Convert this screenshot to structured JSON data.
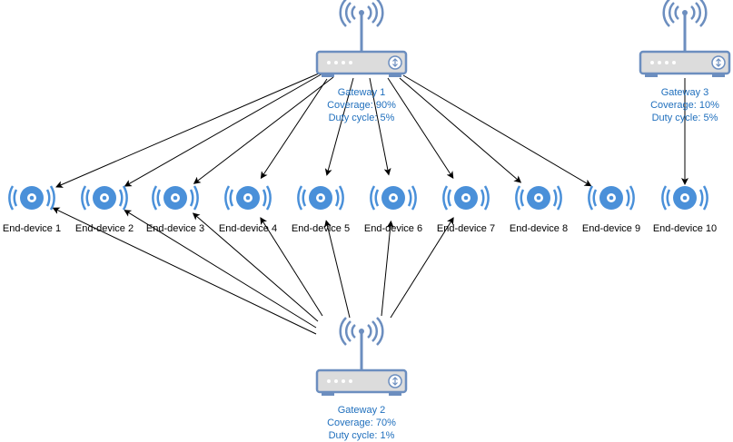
{
  "gateways": [
    {
      "id": "g1",
      "name": "Gateway 1",
      "coverage": "Coverage: 90%",
      "duty": "Duty cycle: 5%"
    },
    {
      "id": "g2",
      "name": "Gateway 2",
      "coverage": "Coverage: 70%",
      "duty": "Duty cycle: 1%"
    },
    {
      "id": "g3",
      "name": "Gateway 3",
      "coverage": "Coverage: 10%",
      "duty": "Duty cycle: 5%"
    }
  ],
  "devices": [
    {
      "id": "d1",
      "label": "End-device 1"
    },
    {
      "id": "d2",
      "label": "End-device 2"
    },
    {
      "id": "d3",
      "label": "End-device 3"
    },
    {
      "id": "d4",
      "label": "End-device 4"
    },
    {
      "id": "d5",
      "label": "End-device 5"
    },
    {
      "id": "d6",
      "label": "End-device 6"
    },
    {
      "id": "d7",
      "label": "End-device 7"
    },
    {
      "id": "d8",
      "label": "End-device 8"
    },
    {
      "id": "d9",
      "label": "End-device 9"
    },
    {
      "id": "d10",
      "label": "End-device 10"
    }
  ],
  "links": [
    {
      "from": "g1",
      "to": [
        "d1",
        "d2",
        "d3",
        "d4",
        "d5",
        "d6",
        "d7",
        "d8",
        "d9"
      ]
    },
    {
      "from": "g2",
      "to": [
        "d1",
        "d2",
        "d3",
        "d4",
        "d5",
        "d6",
        "d7"
      ]
    },
    {
      "from": "g3",
      "to": [
        "d10"
      ]
    }
  ],
  "colors": {
    "icon": "#4a90d9",
    "router": "#6c8ebf",
    "router_fill": "#dcdcdc",
    "label": "#1f6fbd",
    "arrow": "#000000"
  }
}
